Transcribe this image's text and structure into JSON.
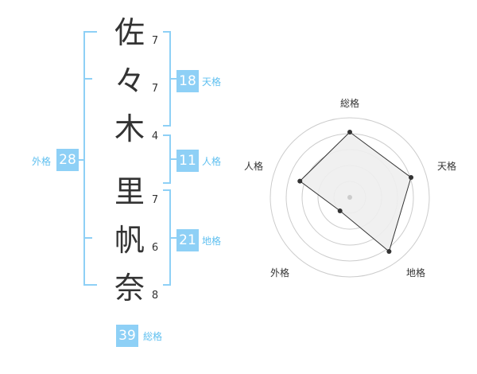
{
  "name": {
    "characters": [
      {
        "char": "佐",
        "strokes": "7"
      },
      {
        "char": "々",
        "strokes": "7"
      },
      {
        "char": "木",
        "strokes": "4"
      },
      {
        "char": "里",
        "strokes": "7"
      },
      {
        "char": "帆",
        "strokes": "6"
      },
      {
        "char": "奈",
        "strokes": "8"
      }
    ]
  },
  "fortunes": {
    "gaikaku": {
      "label": "外格",
      "value": "28"
    },
    "tenkaku": {
      "label": "天格",
      "value": "18"
    },
    "jinkaku": {
      "label": "人格",
      "value": "11"
    },
    "chikaku": {
      "label": "地格",
      "value": "21"
    },
    "soukaku": {
      "label": "総格",
      "value": "39"
    }
  },
  "colors": {
    "accent": "#8ed0f6",
    "accent_text": "#60c0f0",
    "bracket": "#8ed0f6",
    "text": "#333333",
    "grid": "#cccccc",
    "fill": "#eeeeee"
  },
  "chart_data": {
    "type": "radar",
    "axes": [
      "総格",
      "天格",
      "地格",
      "外格",
      "人格"
    ],
    "values": [
      0.82,
      0.81,
      0.84,
      0.21,
      0.66
    ],
    "range": [
      0,
      1
    ],
    "rings": 5
  }
}
